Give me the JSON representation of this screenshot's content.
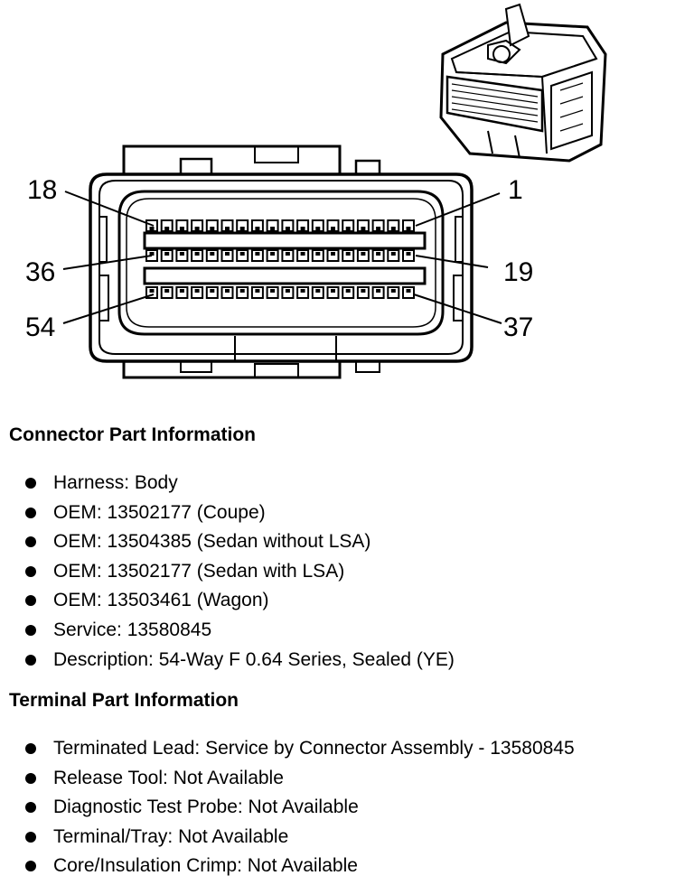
{
  "diagram": {
    "pin_labels": {
      "row1_left": "18",
      "row1_right": "1",
      "row2_left": "36",
      "row2_right": "19",
      "row3_left": "54",
      "row3_right": "37"
    },
    "pins_per_row": 18,
    "rows": 3
  },
  "connector_info": {
    "title": "Connector Part Information",
    "items": [
      "Harness: Body",
      "OEM: 13502177 (Coupe)",
      "OEM: 13504385 (Sedan without LSA)",
      "OEM: 13502177 (Sedan with LSA)",
      "OEM: 13503461 (Wagon)",
      "Service: 13580845",
      "Description: 54-Way F 0.64 Series, Sealed (YE)"
    ]
  },
  "terminal_info": {
    "title": "Terminal Part Information",
    "items": [
      "Terminated Lead: Service by Connector Assembly - 13580845",
      "Release Tool: Not Available",
      "Diagnostic Test Probe: Not Available",
      "Terminal/Tray: Not Available",
      "Core/Insulation Crimp: Not Available"
    ]
  }
}
